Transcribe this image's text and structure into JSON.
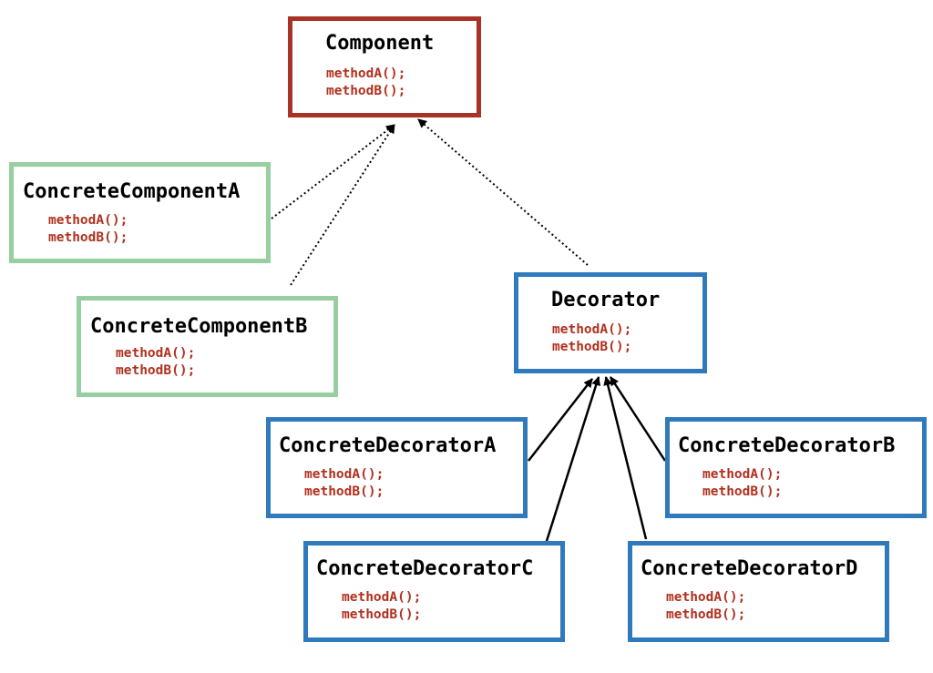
{
  "colors": {
    "component_border": "#a93226",
    "concrete_component_border": "#98cfa0",
    "decorator_border": "#2f79bd",
    "method_text": "#b0301e",
    "name_text": "#000000",
    "edge": "#000000"
  },
  "nodes": {
    "component": {
      "name": "Component",
      "methods": [
        "methodA();",
        "methodB();"
      ]
    },
    "concrete_component_a": {
      "name": "ConcreteComponentA",
      "methods": [
        "methodA();",
        "methodB();"
      ]
    },
    "concrete_component_b": {
      "name": "ConcreteComponentB",
      "methods": [
        "methodA();",
        "methodB();"
      ]
    },
    "decorator": {
      "name": "Decorator",
      "methods": [
        "methodA();",
        "methodB();"
      ]
    },
    "concrete_decorator_a": {
      "name": "ConcreteDecoratorA",
      "methods": [
        "methodA();",
        "methodB();"
      ]
    },
    "concrete_decorator_b": {
      "name": "ConcreteDecoratorB",
      "methods": [
        "methodA();",
        "methodB();"
      ]
    },
    "concrete_decorator_c": {
      "name": "ConcreteDecoratorC",
      "methods": [
        "methodA();",
        "methodB();"
      ]
    },
    "concrete_decorator_d": {
      "name": "ConcreteDecoratorD",
      "methods": [
        "methodA();",
        "methodB();"
      ]
    }
  },
  "edges": [
    {
      "from": "concrete_component_a",
      "to": "component",
      "style": "dotted"
    },
    {
      "from": "concrete_component_b",
      "to": "component",
      "style": "dotted"
    },
    {
      "from": "decorator",
      "to": "component",
      "style": "dotted"
    },
    {
      "from": "concrete_decorator_a",
      "to": "decorator",
      "style": "solid"
    },
    {
      "from": "concrete_decorator_b",
      "to": "decorator",
      "style": "solid"
    },
    {
      "from": "concrete_decorator_c",
      "to": "decorator",
      "style": "solid"
    },
    {
      "from": "concrete_decorator_d",
      "to": "decorator",
      "style": "solid"
    }
  ]
}
